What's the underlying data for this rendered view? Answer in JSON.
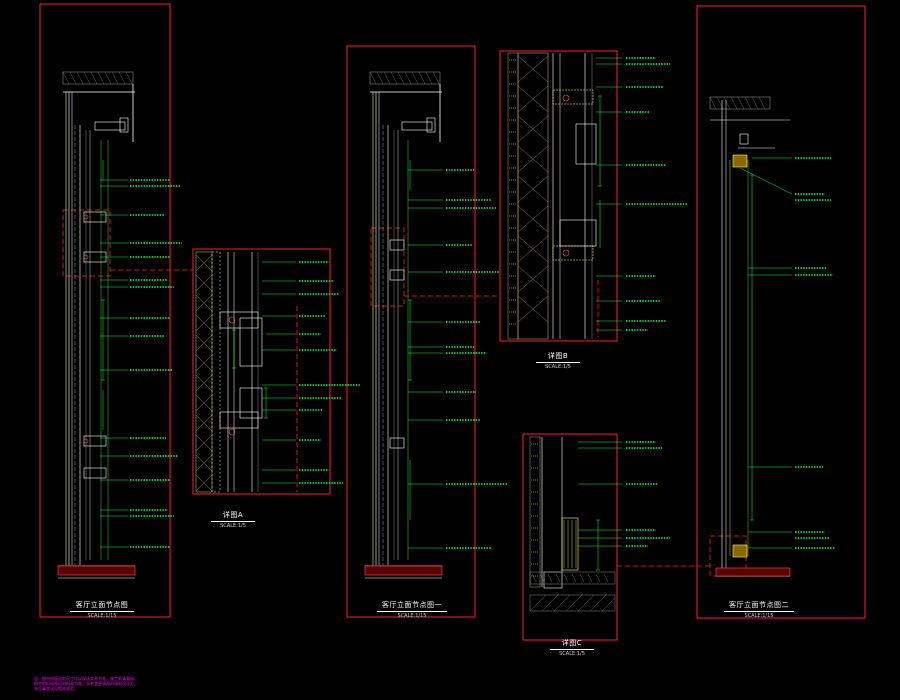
{
  "colors": {
    "background": "#000000",
    "frame": "#ff2020",
    "leader": "#00ff33",
    "label": "#00ff44",
    "structure": "#ffffff",
    "hatch": "#c0a070",
    "floor": "#ff5050",
    "dim": "#ffff55",
    "notes": "#ff00ff"
  },
  "captions": {
    "c1": {
      "title": "客厅立面节点图",
      "scale": "SCALE:1/15"
    },
    "c2": {
      "title": "详图A",
      "scale": "SCALE:1/5"
    },
    "c3": {
      "title": "客厅立面节点图一",
      "scale": "SCALE:1/15"
    },
    "c4": {
      "title": "详图B",
      "scale": "SCALE:1/5"
    },
    "c5": {
      "title": "详图C",
      "scale": "SCALE:1/5"
    },
    "c6": {
      "title": "客厅立面节点图二",
      "scale": "SCALE:1/15"
    }
  },
  "notes": [
    "注：图中所标注的尺寸均以现场实测为准，施工前请复核。",
    "图中材料规格以材料表为准，如有变更请及时通知设计方。",
    "未尽事宜详见相关规范。"
  ]
}
